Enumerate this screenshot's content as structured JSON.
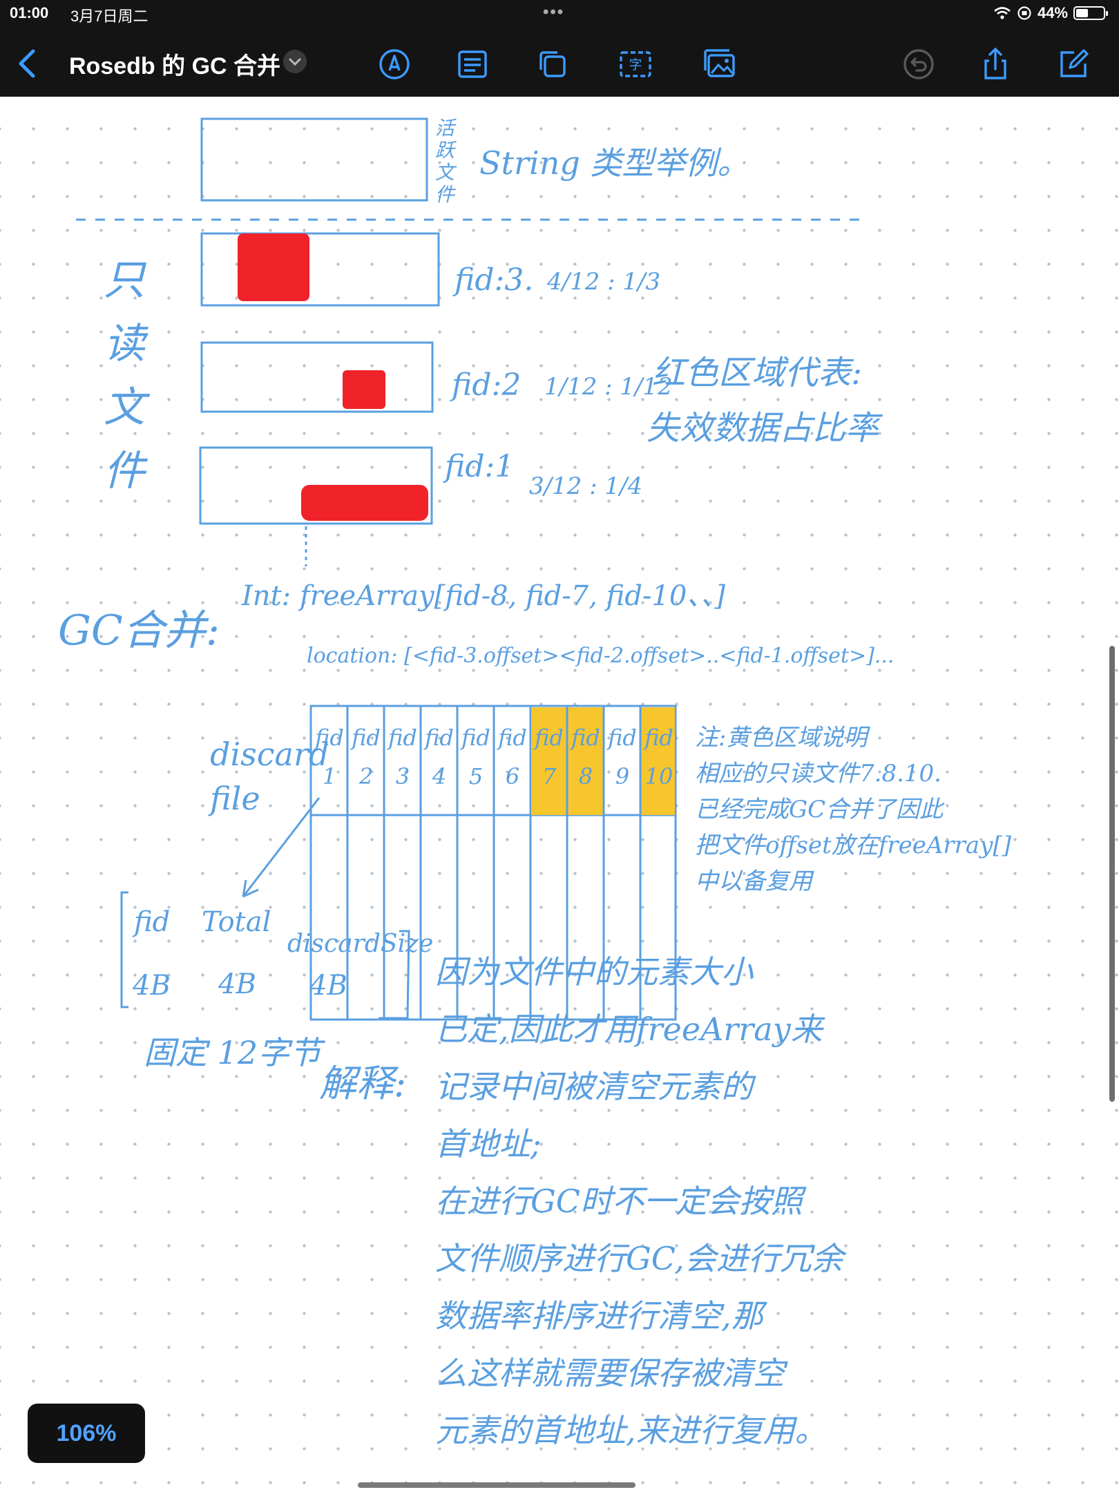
{
  "status": {
    "time": "01:00",
    "date": "3月7日周二",
    "battery": "44%",
    "battery_level": 0.44
  },
  "nav": {
    "title": "Rosedb 的 GC 合并"
  },
  "icons": [
    "chevron-left-icon",
    "chevron-down-icon",
    "pen-icon",
    "text-tool-icon",
    "shapes-icon",
    "text-box-icon",
    "image-icon",
    "undo-icon",
    "share-icon",
    "edit-icon"
  ],
  "note": {
    "active_label": "活跃文件",
    "string_example": "String 类型举例。",
    "readonly_label": "只读文件",
    "fid3": "fid:3.",
    "fid3_ratio": "4/12 : 1/3",
    "fid2": "fid:2",
    "fid2_ratio": "1/12 : 1/12",
    "fid1": "fid:1",
    "fid1_ratio": "3/12 : 1/4",
    "red_legend_1": "红色区域代表:",
    "red_legend_2": "失效数据占比率",
    "gc_merge": "GC合并:",
    "int_freearray": "Int: freeArray[fid-8, fid-7, fid-10、、]",
    "location": "location: [<fid-3.offset><fid-2.offset>..<fid-1.offset>]...",
    "discard_file": "discard file",
    "cells": [
      "fid 1",
      "fid 2",
      "fid 3",
      "fid 4",
      "fid 5",
      "fid 6",
      "fid 7",
      "fid 8",
      "fid 9",
      "fid 10"
    ],
    "highlighted_cells": [
      7,
      8,
      10
    ],
    "header_fid": "fid",
    "header_total": "Total",
    "header_discard": "discardSize",
    "size_4b_1": "4B",
    "size_4b_2": "4B",
    "size_4b_3": "4B",
    "fixed_12": "固定 12字节",
    "yellow_note": [
      "注:黄色区域说明",
      "相应的只读文件7.8.10.",
      "已经完成GC合并了因此",
      "把文件offset放在freeArray[]",
      "中以备复用"
    ],
    "explain_label": "解释:",
    "explain_lines": [
      "因为文件中的元素大小",
      "已定,因此才用freeArray来",
      "记录中间被清空元素的",
      "首地址;",
      "在进行GC时不一定会按照",
      "文件顺序进行GC,会进行冗余",
      "数据率排序进行清空,那",
      "么这样就需要保存被清空",
      "元素的首地址,来进行复用。"
    ]
  },
  "zoom": "106%",
  "colors": {
    "ink": "#5a9fe0",
    "red": "#f0222a",
    "yellow": "#f7c52c",
    "toolbar": "#141414",
    "accent": "#3c9bff"
  }
}
